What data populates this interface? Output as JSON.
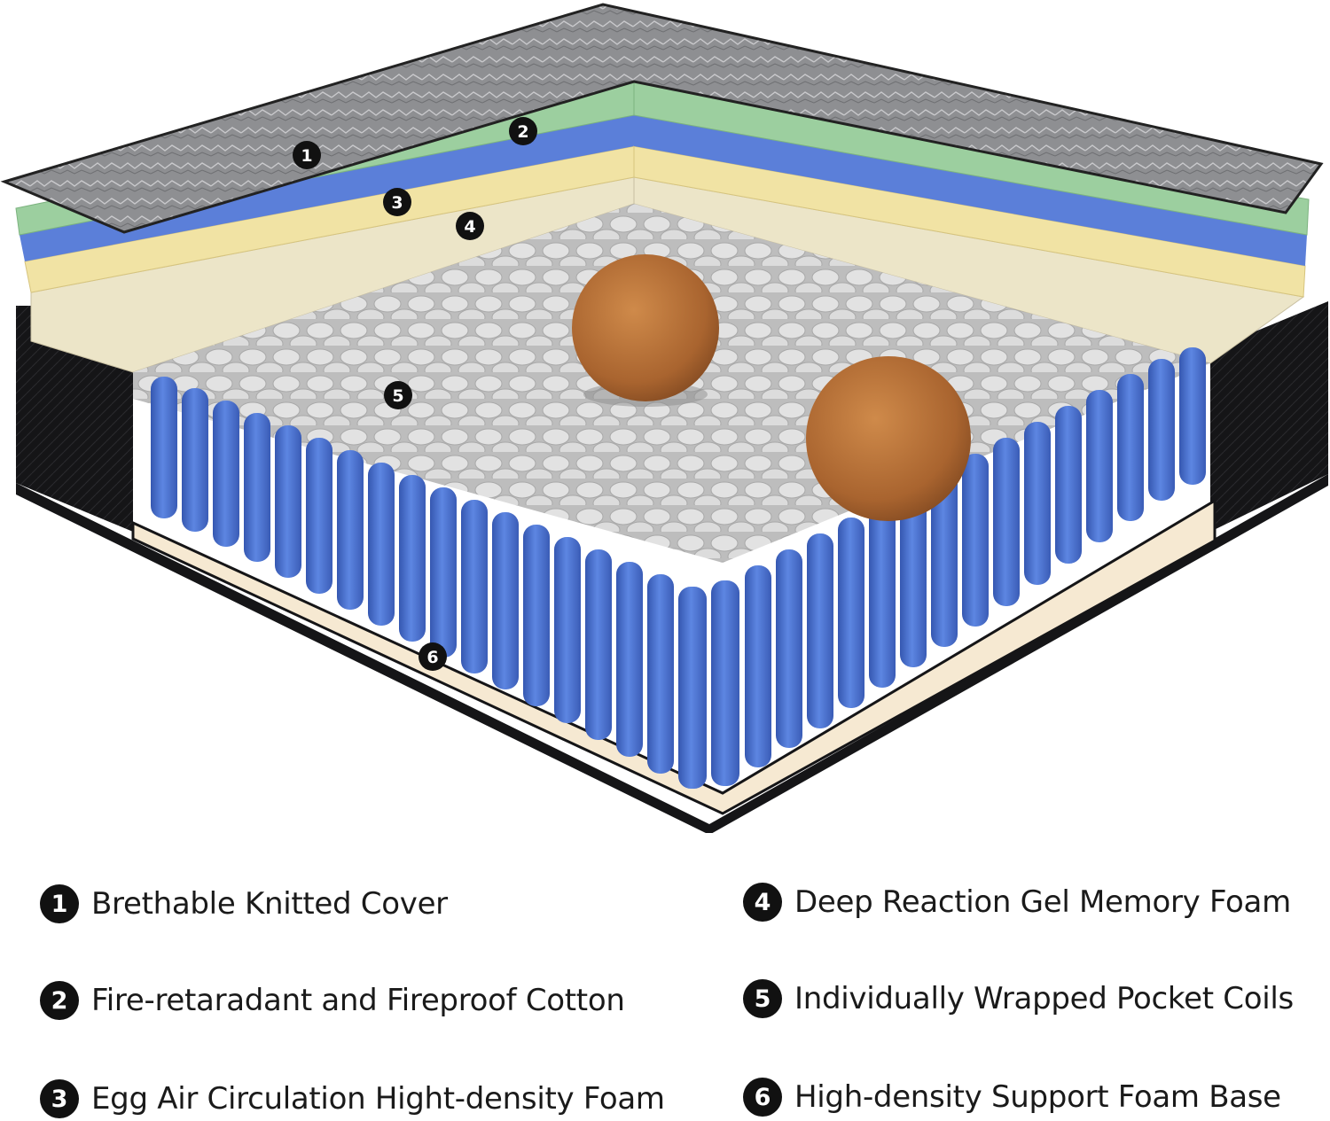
{
  "colors": {
    "cover": "#8f9092",
    "green_foam": "#9ccf9f",
    "blue_foam": "#5b7fd9",
    "yellow_foam": "#f1e3a4",
    "cream_foam": "#ece5c8",
    "coil_grey": "#cfcfcf",
    "coil_blue": "#4f79d6",
    "base": "#f6e9d2",
    "frame": "#151517",
    "ball": "#b5713a"
  },
  "markers": [
    {
      "num": "1"
    },
    {
      "num": "2"
    },
    {
      "num": "3"
    },
    {
      "num": "4"
    },
    {
      "num": "5"
    },
    {
      "num": "6"
    }
  ],
  "legend": [
    {
      "num": "1",
      "label": "Brethable Knitted Cover"
    },
    {
      "num": "2",
      "label": "Fire-retaradant and Fireproof Cotton"
    },
    {
      "num": "3",
      "label": "Egg Air Circulation Hight-density Foam"
    },
    {
      "num": "4",
      "label": "Deep Reaction Gel Memory Foam"
    },
    {
      "num": "5",
      "label": "Individually Wrapped Pocket Coils"
    },
    {
      "num": "6",
      "label": "High-density Support Foam Base"
    }
  ]
}
